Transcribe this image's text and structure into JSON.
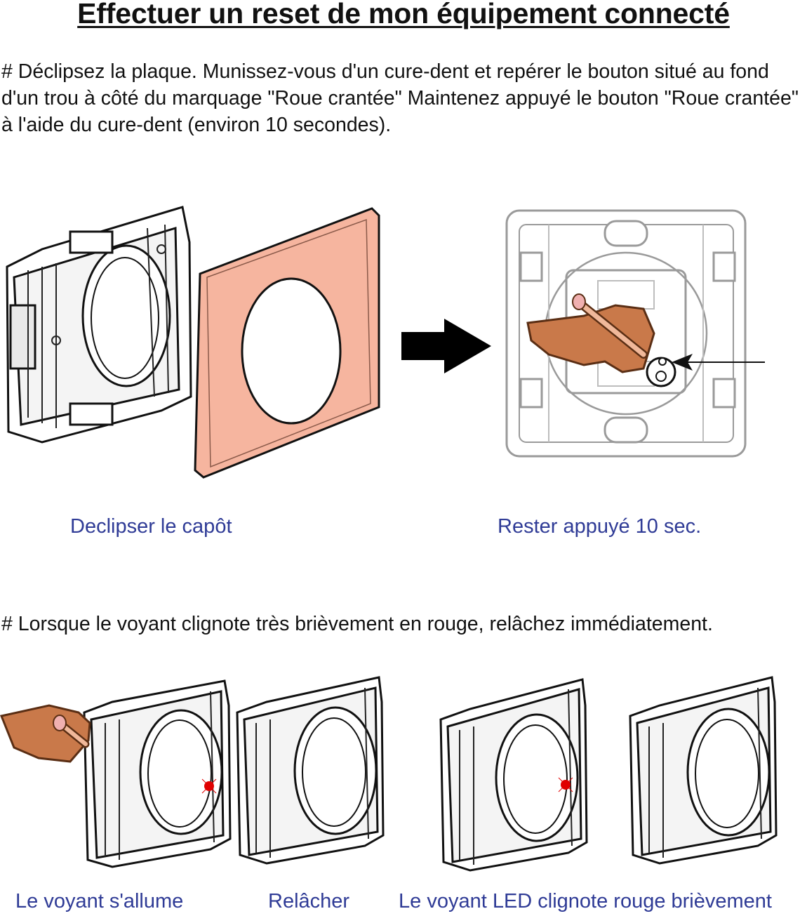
{
  "page": {
    "title": "Effectuer un reset de mon équipement connecté"
  },
  "step1": {
    "instruction": "# Déclipsez la plaque. Munissez-vous d'un cure-dent et repérer le bouton situé au fond d'un trou à côté du marquage \"Roue crantée\" Maintenez appuyé le bouton \"Roue crantée\" à l'aide du cure-dent (environ 10 secondes).",
    "captions": {
      "left": "Declipser le capôt",
      "right": "Rester appuyé 10 sec."
    }
  },
  "step2": {
    "instruction": "# Lorsque le voyant clignote très brièvement en rouge, relâchez immédiatement.",
    "captions": {
      "first": "Le voyant s'allume",
      "second": "Relâcher",
      "third": "Le voyant LED clignote rouge brièvement"
    }
  },
  "colors": {
    "caption": "#2f3b96",
    "plate": "#f6b59f",
    "finger": "#c9794a",
    "led": "#e00000"
  }
}
